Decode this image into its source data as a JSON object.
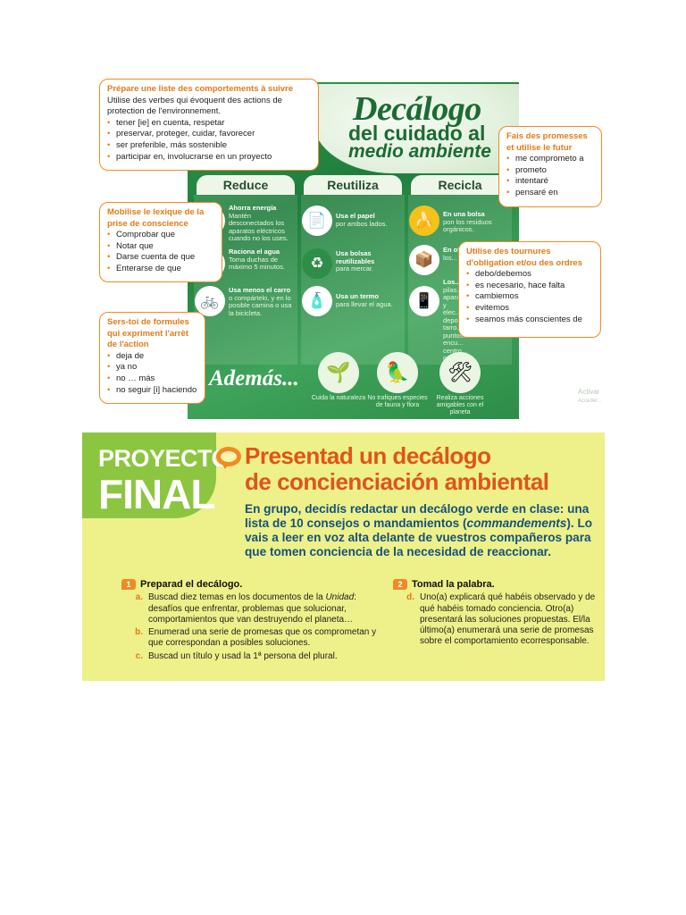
{
  "poster": {
    "title": "Decálogo",
    "subtitle1": "del cuidado al",
    "subtitle2": "medio ambiente",
    "columns": [
      "Reduce",
      "Reutiliza",
      "Recicla"
    ],
    "reduce_items": [
      {
        "title": "Ahorra energía",
        "text": "Mantén desconectados los aparatos eléctricos cuando no los uses."
      },
      {
        "title": "Raciona el agua",
        "text": "Toma duchas de máximo 5 minutos."
      },
      {
        "title": "Usa menos el carro",
        "text": "o compártelo, y en lo posible camina o usa la bicicleta."
      }
    ],
    "reutiliza_items": [
      {
        "title": "Usa el papel",
        "text": "por ambos lados."
      },
      {
        "title": "Usa bolsas reutilizables",
        "text": "para mercar."
      },
      {
        "title": "Usa un termo",
        "text": "para llevar el agua."
      }
    ],
    "recicla_items": [
      {
        "title": "En una bolsa",
        "text": "pon los residuos orgánicos."
      },
      {
        "title": "En otra",
        "text": "los..."
      },
      {
        "title": "Los...",
        "text": "pilas... aparatos y elec... deposi... tarro... puntos... encu... centro... come..."
      }
    ],
    "ademas": "Además...",
    "bottom_items": [
      {
        "text": "Cuida la naturaleza"
      },
      {
        "text": "No trafiques especies de fauna y flora"
      },
      {
        "text": "Realiza acciones amigables con el planeta"
      }
    ],
    "watermark": "Activar",
    "watermark2": "Acceder..."
  },
  "callouts": {
    "prepare": {
      "title": "Prépare une liste des comportements à suivre",
      "intro": "Utilise des verbes qui évoquent des actions de protection de l'environnement.",
      "items": [
        "tener [ie] en cuenta, respetar",
        "preservar, proteger, cuidar, favorecer",
        "ser preferible, más sostenible",
        "participar en, involucrarse en un proyecto"
      ]
    },
    "mobilise": {
      "title": "Mobilise le lexique de la prise de conscience",
      "items": [
        "Comprobar que",
        "Notar que",
        "Darse cuenta de que",
        "Enterarse de que"
      ]
    },
    "serstoi": {
      "title": "Sers-toi de formules qui expriment l'arrêt de l'action",
      "items": [
        "deja de",
        "ya no",
        "no … más",
        "no seguir [i] haciendo"
      ]
    },
    "promesses": {
      "title": "Fais des promesses et utilise le futur",
      "items": [
        "me comprometo a",
        "prometo",
        "intentaré",
        "pensaré en"
      ]
    },
    "tournures": {
      "title": "Utilise des tournures d'obligation et/ou des ordres",
      "items": [
        "debo/debemos",
        "es necesario, hace falta",
        "cambiemos",
        "evitemos",
        "seamos más conscientes de"
      ]
    }
  },
  "proyecto": {
    "tab_line1": "PROYECTO",
    "tab_line2": "FINAL",
    "title_line1": "Presentad un decálogo",
    "title_line2": "de concienciación ambiental",
    "intro_a": "En grupo, decidís redactar un decálogo verde en clase: una lista de 10 consejos o mandamientos (",
    "intro_em": "commandements",
    "intro_b": "). Lo vais a leer en voz alta delante de vuestros compañeros para que tomen conciencia de la necesidad de reaccionar.",
    "step1": {
      "num": "1",
      "title": "Preparad el decálogo.",
      "tasks": [
        {
          "letter": "a.",
          "text_a": "Buscad diez temas en los documentos de la ",
          "text_em": "Unidad",
          "text_b": ": desafíos que enfrentar, problemas que solucionar, comportamientos que van destruyendo el planeta…"
        },
        {
          "letter": "b.",
          "text_a": "Enumerad una serie de promesas que os comprometan y que correspondan a posibles soluciones.",
          "text_em": "",
          "text_b": ""
        },
        {
          "letter": "c.",
          "text_a": "Buscad un título y usad la 1ª persona del plural.",
          "text_em": "",
          "text_b": ""
        }
      ]
    },
    "step2": {
      "num": "2",
      "title": "Tomad la palabra.",
      "tasks": [
        {
          "letter": "d.",
          "text_a": "Uno(a) explicará qué habéis observado y de qué habéis tomado conciencia. Otro(a) presentará las soluciones propuestas. El/la último(a) enumerará una serie de promesas sobre el comportamiento ecorresponsable.",
          "text_em": "",
          "text_b": ""
        }
      ]
    }
  },
  "colors": {
    "poster_green": "#2f9a4d",
    "callout_orange": "#f08b23",
    "proyecto_bg": "#eef08a",
    "proyecto_tab": "#8cc53f",
    "title_red": "#e0541a",
    "intro_blue": "#14527a"
  }
}
